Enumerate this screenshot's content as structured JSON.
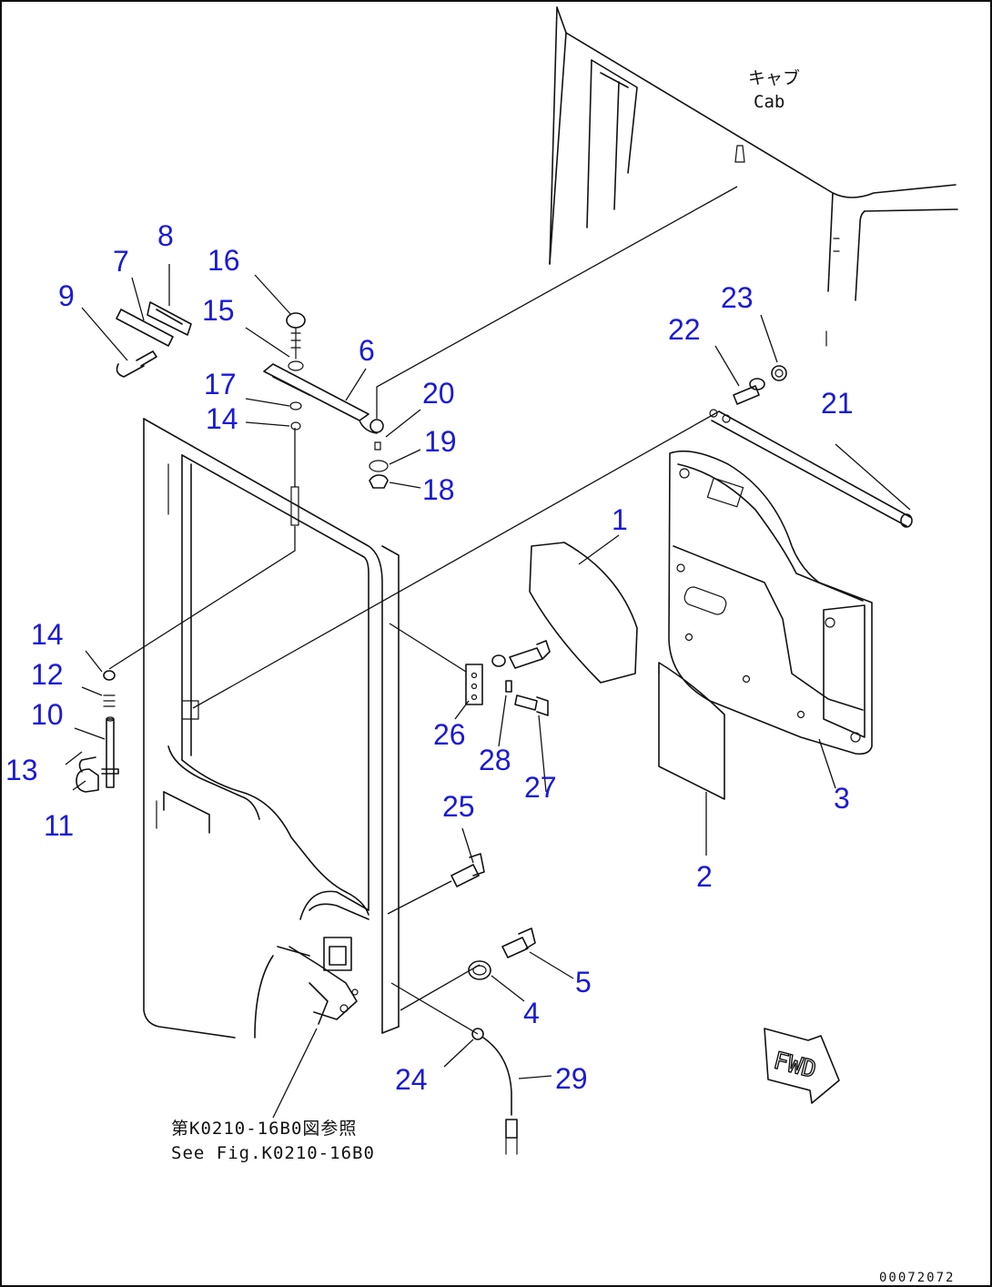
{
  "cab_label": {
    "ja": "キャブ",
    "en": "Cab"
  },
  "reference_note": {
    "ja": "第K0210-16B0図参照",
    "en": "See Fig.K0210-16B0"
  },
  "figure_id": "00072072",
  "fwd_label": "FWD",
  "callouts": [
    "1",
    "2",
    "3",
    "4",
    "5",
    "6",
    "7",
    "8",
    "9",
    "10",
    "11",
    "12",
    "13",
    "14",
    "14",
    "15",
    "16",
    "17",
    "18",
    "19",
    "20",
    "21",
    "22",
    "23",
    "24",
    "25",
    "26",
    "27",
    "28",
    "29"
  ],
  "colors": {
    "callout": "#1a1ad6",
    "line": "#111111",
    "background": "#ffffff"
  }
}
